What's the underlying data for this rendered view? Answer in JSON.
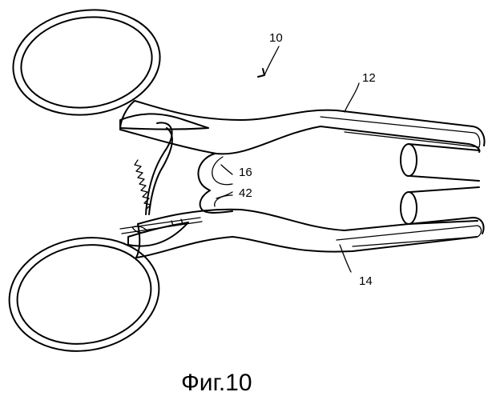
{
  "figure": {
    "labels": {
      "ref_10": "10",
      "ref_12": "12",
      "ref_14": "14",
      "ref_16": "16",
      "ref_42": "42"
    },
    "caption": "Фиг.10"
  }
}
